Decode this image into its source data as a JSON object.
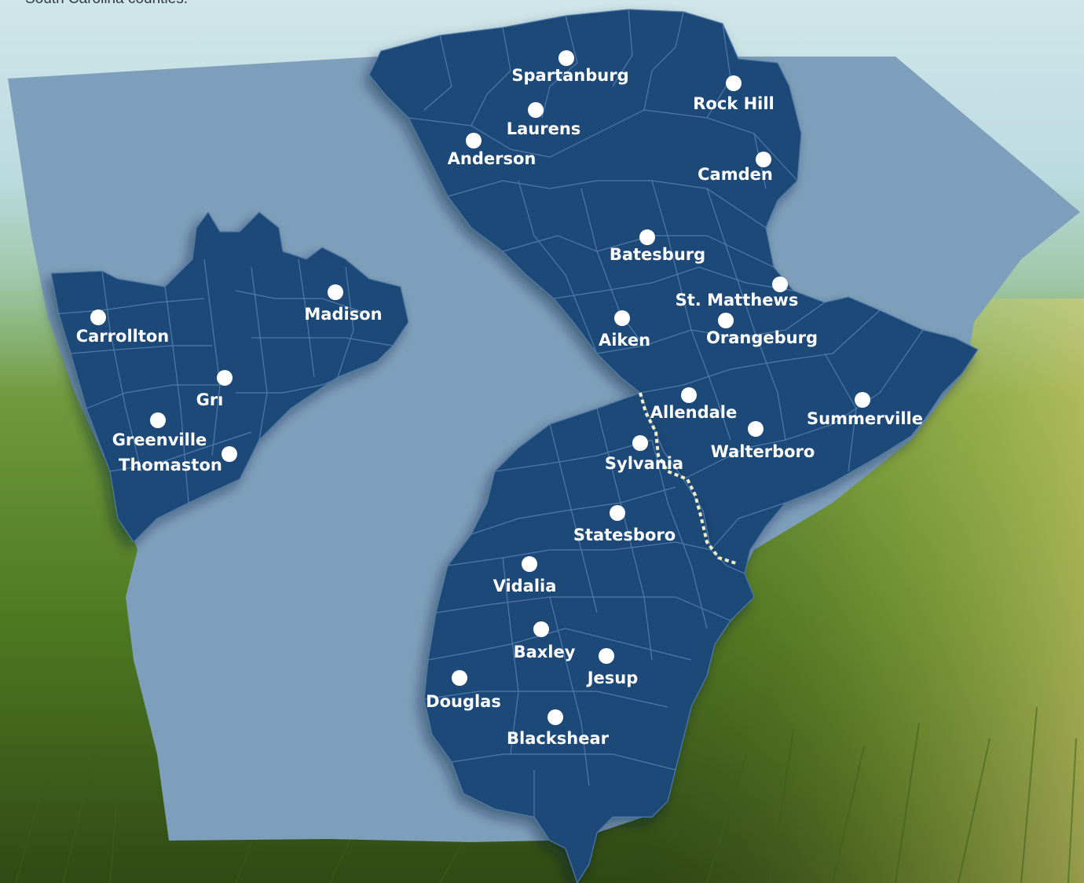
{
  "caption": "South Carolina counties.",
  "colors": {
    "outer_region": "#7e9fbb",
    "service_area": "#1f4a78",
    "county_lines": "#4f7aa6",
    "dots": "#ffffff",
    "state_line": "#f2f0c8"
  },
  "cities": [
    {
      "name": "Spartanburg",
      "label": "Spartanburg"
    },
    {
      "name": "Rock Hill",
      "label": "Rock Hill"
    },
    {
      "name": "Laurens",
      "label": "Laurens"
    },
    {
      "name": "Anderson",
      "label": "Anderson"
    },
    {
      "name": "Camden",
      "label": "Camden"
    },
    {
      "name": "Batesburg",
      "label": "Batesburg"
    },
    {
      "name": "St. Matthews",
      "label": "St. Matthews"
    },
    {
      "name": "Aiken",
      "label": "Aiken"
    },
    {
      "name": "Orangeburg",
      "label": "Orangeburg"
    },
    {
      "name": "Allendale",
      "label": "Allendale"
    },
    {
      "name": "Summerville",
      "label": "Summerville"
    },
    {
      "name": "Walterboro",
      "label": "Walterboro"
    },
    {
      "name": "Sylvania",
      "label": "Sylvania"
    },
    {
      "name": "Statesboro",
      "label": "Statesboro"
    },
    {
      "name": "Vidalia",
      "label": "Vidalia"
    },
    {
      "name": "Baxley",
      "label": "Baxley"
    },
    {
      "name": "Jesup",
      "label": "Jesup"
    },
    {
      "name": "Douglas",
      "label": "Douglas"
    },
    {
      "name": "Blackshear",
      "label": "Blackshear"
    },
    {
      "name": "Madison",
      "label": "Madison"
    },
    {
      "name": "Carrollton",
      "label": "Carrollton"
    },
    {
      "name": "Gri",
      "label": "Grı"
    },
    {
      "name": "Greenville",
      "label": "Greenville"
    },
    {
      "name": "Thomaston",
      "label": "Thomaston"
    }
  ]
}
